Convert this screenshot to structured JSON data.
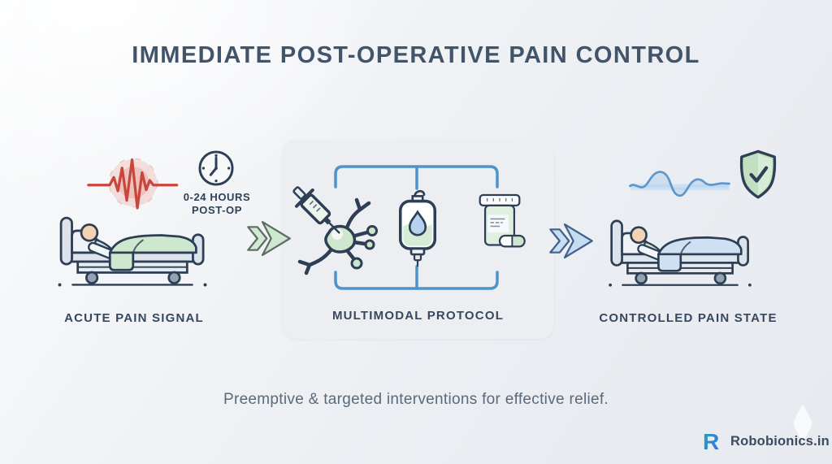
{
  "title": "IMMEDIATE POST-OPERATIVE PAIN CONTROL",
  "stages": {
    "acute_pain": {
      "label": "ACUTE PAIN SIGNAL",
      "timeframe_line1": "0-24 HOURS",
      "timeframe_line2": "POST-OP",
      "icons": [
        "pain-waveform-icon",
        "clock-icon",
        "patient-bed-icon"
      ]
    },
    "multimodal": {
      "label": "MULTIMODAL PROTOCOL",
      "icons": [
        "nerve-injection-icon",
        "iv-bag-icon",
        "pill-bottle-icon",
        "bracket-top-icon",
        "bracket-bottom-icon"
      ]
    },
    "controlled": {
      "label": "CONTROLLED PAIN STATE",
      "icons": [
        "calm-waveform-icon",
        "shield-check-icon",
        "patient-bed-icon"
      ]
    }
  },
  "flow": {
    "arrow_1": "green-chevron-arrow-icon",
    "arrow_2": "blue-chevron-arrow-icon"
  },
  "footer": {
    "tagline": "Preemptive & targeted interventions for effective relief.",
    "brand": "Robobionics.in",
    "brand_initial": "R"
  },
  "colors": {
    "pain_red": "#c8463c",
    "calm_blue": "#5e96cc",
    "healing_green": "#cde6cd",
    "outline_navy": "#2e3f55",
    "bracket_blue": "#4f94c9",
    "panel_bg": "#eceef2",
    "title_text": "#42546a"
  }
}
